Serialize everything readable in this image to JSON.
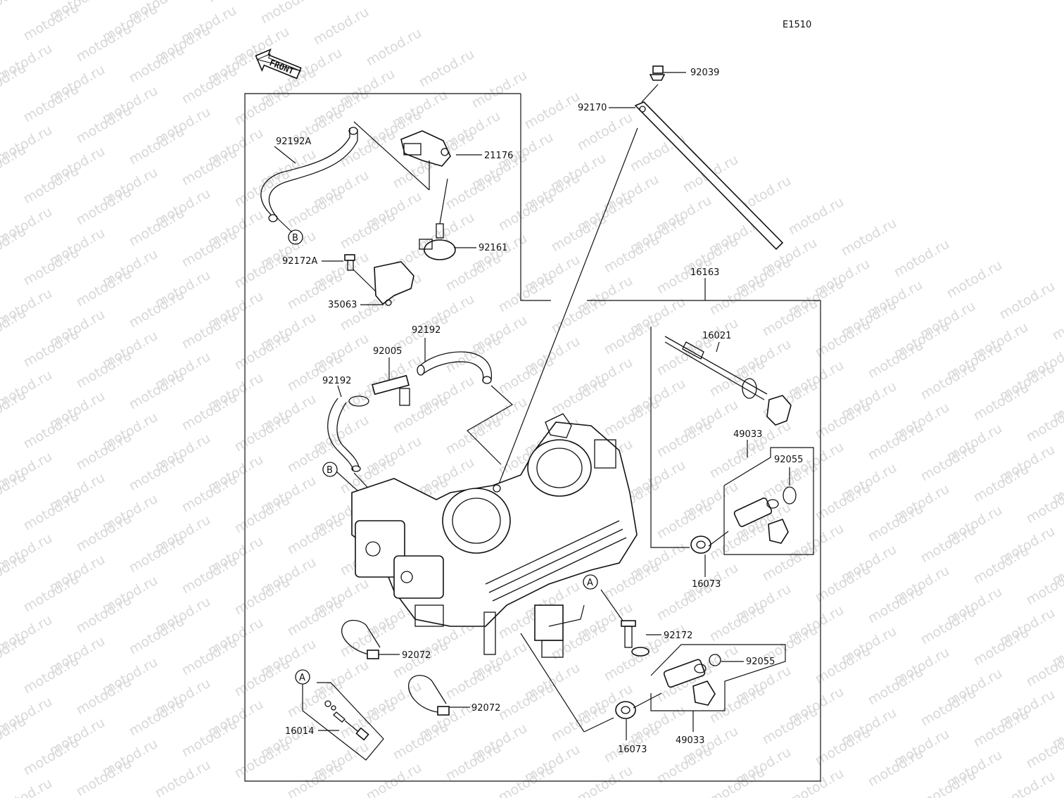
{
  "diagram_code": "E1510",
  "front_label": "FRONT",
  "watermark": "motod.ru",
  "callouts": {
    "c92039": "92039",
    "c92170": "92170",
    "c21176": "21176",
    "c92192A": "92192A",
    "c92161": "92161",
    "c92172A": "92172A",
    "c35063": "35063",
    "c92192a": "92192",
    "c92005": "92005",
    "c92192b": "92192",
    "c16163": "16163",
    "c16021": "16021",
    "c49033a": "49033",
    "c92055a": "92055",
    "c16073a": "16073",
    "c92172": "92172",
    "c92055b": "92055",
    "c92072a": "92072",
    "c92072b": "92072",
    "c16014": "16014",
    "c16073b": "16073",
    "c49033b": "49033"
  },
  "refs": {
    "a": "A",
    "b": "B"
  }
}
